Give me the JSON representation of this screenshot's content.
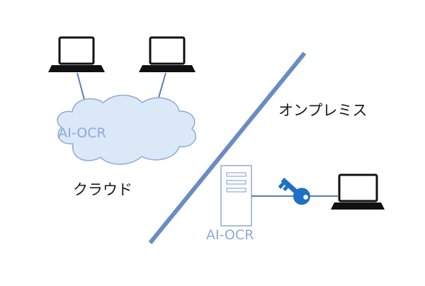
{
  "labels": {
    "cloud_service": "AI-OCR",
    "cloud_zone": "クラウド",
    "onprem_zone": "オンプレミス",
    "server_service": "AI-OCR"
  },
  "icons": {
    "laptop": "laptop-icon",
    "cloud": "cloud-shape",
    "server": "server-icon",
    "key": "key-icon"
  },
  "colors": {
    "divider": "#6a8cc4",
    "connector": "#5b7db9",
    "cloud_fill": "#dbe8f7",
    "cloud_stroke": "#8eaad6",
    "server_stroke": "#8eaad6",
    "key": "#1f6fc4",
    "laptop": "#111111",
    "text": "#1a1a1a"
  }
}
